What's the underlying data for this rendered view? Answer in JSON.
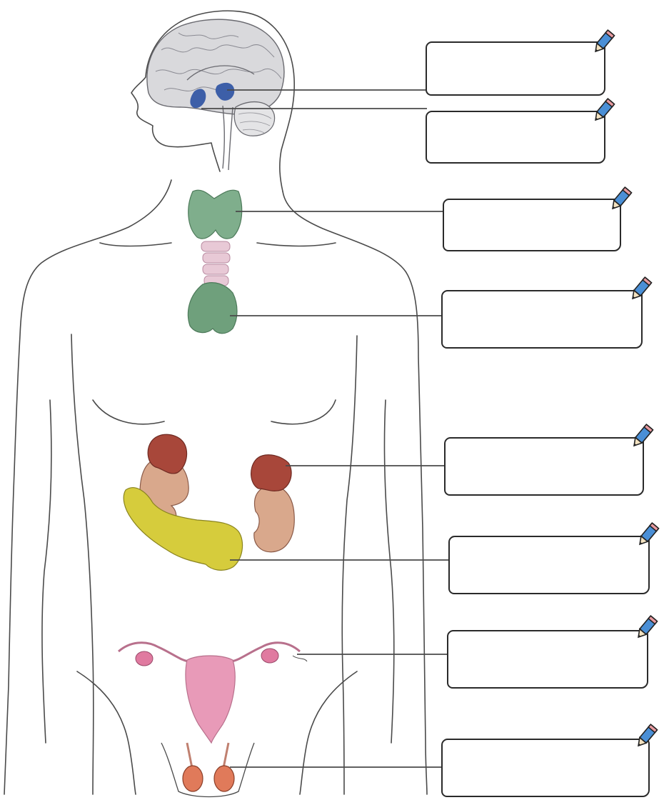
{
  "worksheet": {
    "labels": [
      {
        "id": "pineal",
        "value": ""
      },
      {
        "id": "pituitary",
        "value": ""
      },
      {
        "id": "thyroid",
        "value": ""
      },
      {
        "id": "thymus",
        "value": ""
      },
      {
        "id": "adrenal",
        "value": ""
      },
      {
        "id": "pancreas",
        "value": ""
      },
      {
        "id": "ovary",
        "value": ""
      },
      {
        "id": "testis",
        "value": ""
      }
    ],
    "icons": {
      "edit": "pencil-icon"
    },
    "colors": {
      "outline": "#4a4a4a",
      "brain": "#d9d9dc",
      "pituitary": "#3d5fa8",
      "thyroid": "#7fae8c",
      "trachea": "#e8c9d6",
      "adrenal": "#a8473a",
      "kidney": "#d9a88c",
      "pancreas": "#d6cc3c",
      "uterus": "#e89ab8",
      "gonad": "#e07a5a",
      "pencil_body": "#4a8fd6"
    }
  }
}
